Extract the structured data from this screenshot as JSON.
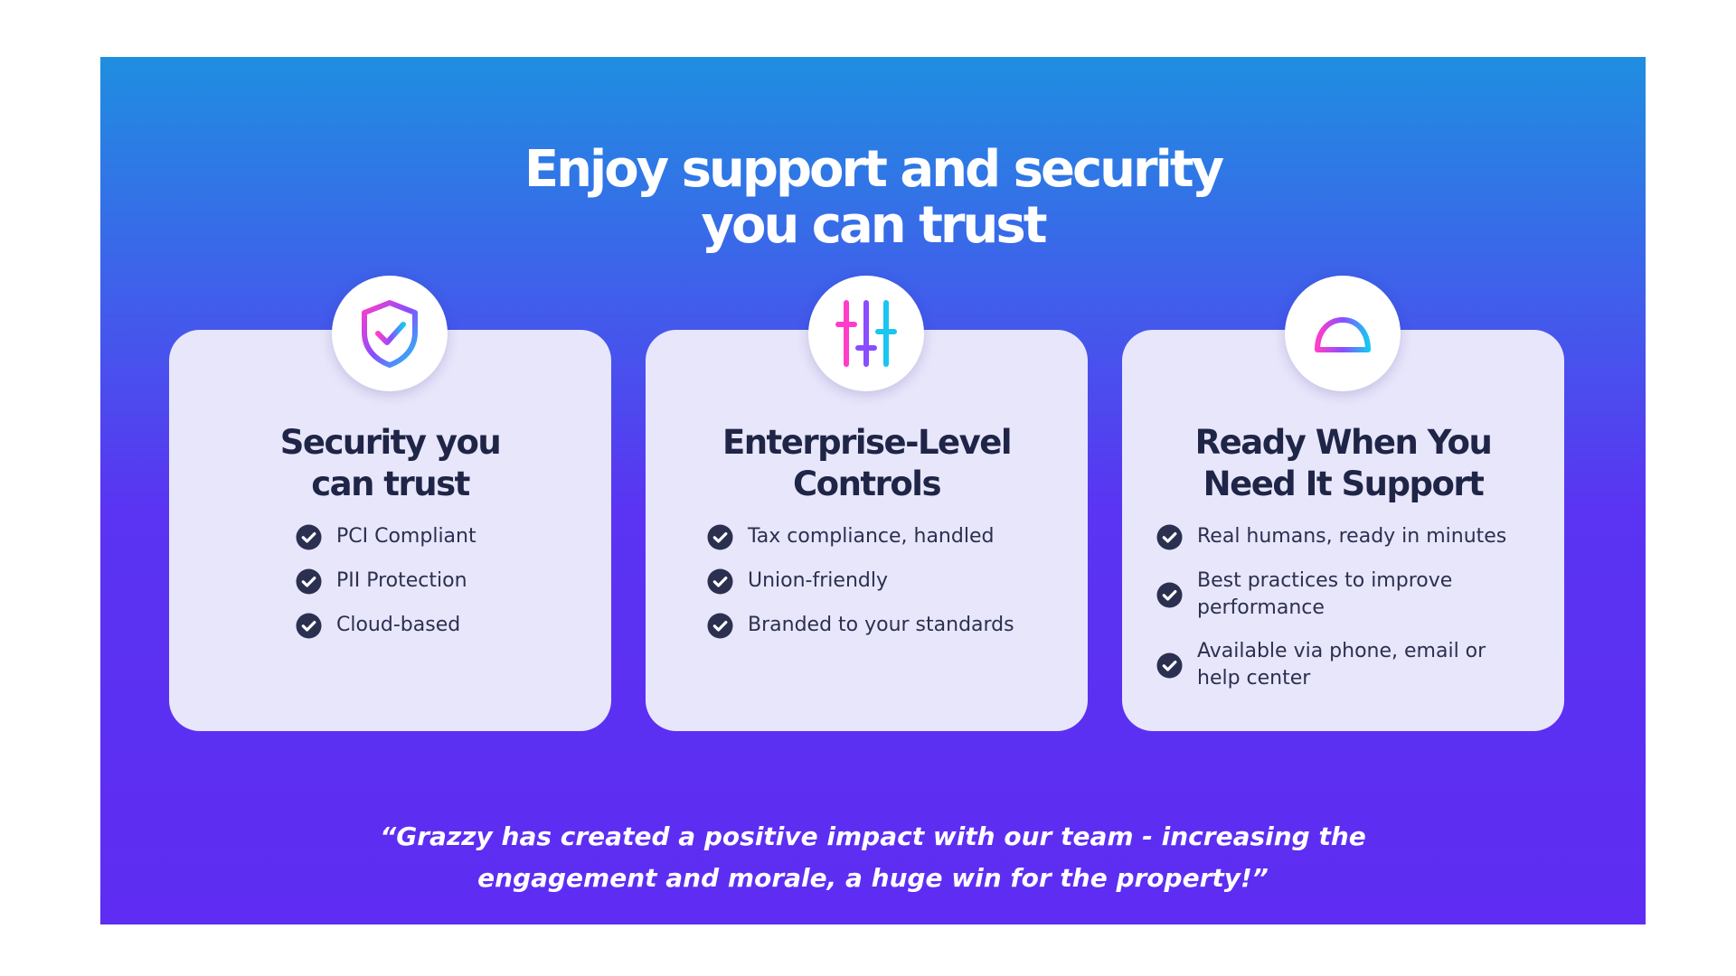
{
  "colors": {
    "gradient_top": "#1f8ee0",
    "gradient_bottom": "#5e2cf2",
    "card_bg": "#e8e6fb",
    "heading_text": "#1f2546",
    "check_icon": "#2b3050"
  },
  "hero": {
    "title_line1": "Enjoy support and security",
    "title_line2": "you can trust"
  },
  "cards": [
    {
      "icon": "shield-check-icon",
      "title_line1": "Security you",
      "title_line2": "can trust",
      "features": [
        "PCI Compliant",
        "PII Protection",
        "Cloud-based"
      ]
    },
    {
      "icon": "sliders-icon",
      "title_line1": "Enterprise-Level",
      "title_line2": "Controls",
      "features": [
        "Tax compliance, handled",
        "Union-friendly",
        "Branded to your standards"
      ]
    },
    {
      "icon": "service-bell-icon",
      "title_line1": "Ready When You",
      "title_line2": "Need It Support",
      "features": [
        "Real humans, ready in minutes",
        "Best practices to improve performance",
        "Available via phone, email or help center"
      ]
    }
  ],
  "testimonial": {
    "line1": "“Grazzy has created a positive impact with our team - increasing the",
    "line2": "engagement and morale, a huge win for the property!”"
  }
}
